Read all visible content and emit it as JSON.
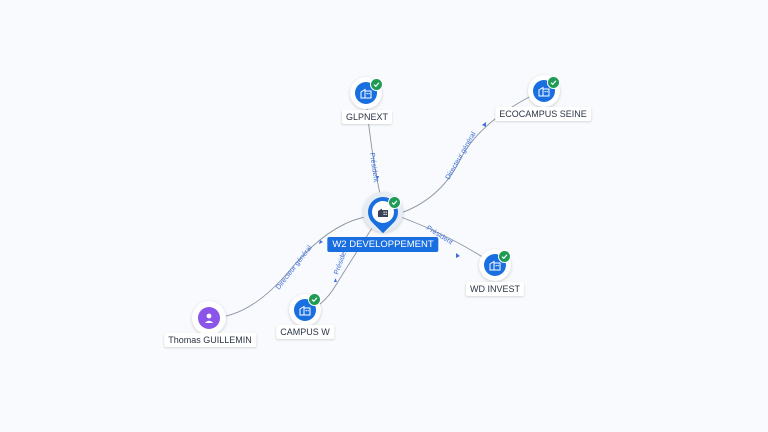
{
  "colors": {
    "background": "#f8fafd",
    "company_node": "#1a6fe0",
    "person_node": "#8a55e8",
    "verified_badge": "#1f9b55",
    "edge_label": "#3f6fd8",
    "edge_line": "#8a95a5"
  },
  "nodes": {
    "center": {
      "label": "W2 DEVELOPPEMENT",
      "icon": "building-icon",
      "verified": true
    },
    "glpnext": {
      "label": "GLPNEXT",
      "icon": "building-icon",
      "verified": true
    },
    "ecocampus": {
      "label": "ECOCAMPUS SEINE",
      "icon": "building-icon",
      "verified": true
    },
    "wdinvest": {
      "label": "WD INVEST",
      "icon": "building-icon",
      "verified": true
    },
    "campusw": {
      "label": "CAMPUS W",
      "icon": "building-icon",
      "verified": true
    },
    "thomas": {
      "label": "Thomas GUILLEMIN",
      "icon": "person-icon",
      "verified": false
    }
  },
  "edges": {
    "glpnext": {
      "label": "Président"
    },
    "ecocampus": {
      "label": "Directeur général"
    },
    "wdinvest": {
      "label": "Président"
    },
    "campusw": {
      "label": "Président"
    },
    "thomas": {
      "label": "Directeur général"
    }
  }
}
